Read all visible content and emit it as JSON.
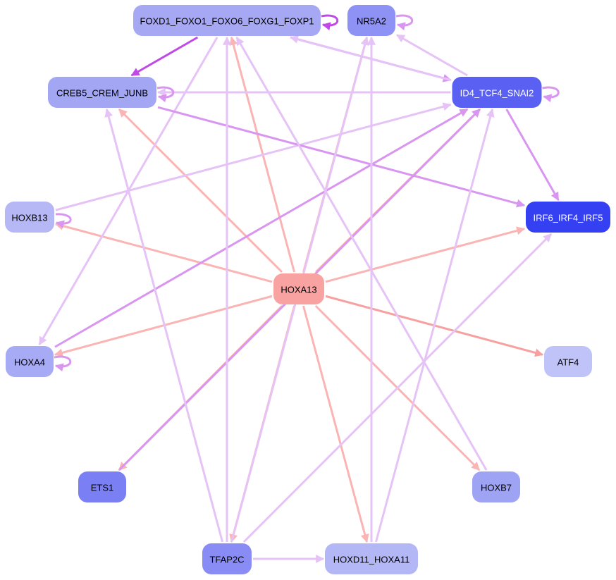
{
  "colors": {
    "hoxa13": "#f9a2a2",
    "edge_pink": "#fbb4b4",
    "edge_pink_strong": "#f7a0a0",
    "edge_lavender": "#e6c3f6",
    "edge_purple": "#d996f0",
    "edge_purple_strong": "#c04ae8",
    "edge_lavender_light": "#e9d1f7"
  },
  "nodes": [
    {
      "id": "foxd1",
      "label": "FOXD1_FOXO1_FOXO6_FOXG1_FOXP1",
      "fill": "#a6a8f3",
      "text": "#000000"
    },
    {
      "id": "nr5a2",
      "label": "NR5A2",
      "fill": "#8e92f4",
      "text": "#000000"
    },
    {
      "id": "creb5",
      "label": "CREB5_CREM_JUNB",
      "fill": "#a3a6f3",
      "text": "#000000"
    },
    {
      "id": "id4",
      "label": "ID4_TCF4_SNAI2",
      "fill": "#5a60f2",
      "text": "#ffffff"
    },
    {
      "id": "hoxb13",
      "label": "HOXB13",
      "fill": "#b5b8f5",
      "text": "#000000"
    },
    {
      "id": "irf6",
      "label": "IRF6_IRF4_IRF5",
      "fill": "#3540f2",
      "text": "#ffffff"
    },
    {
      "id": "hoxa13",
      "label": "HOXA13",
      "fill": "#f9a2a2",
      "text": "#000000"
    },
    {
      "id": "hoxa4",
      "label": "HOXA4",
      "fill": "#a7aaf4",
      "text": "#000000"
    },
    {
      "id": "atf4",
      "label": "ATF4",
      "fill": "#c0c3f8",
      "text": "#000000"
    },
    {
      "id": "ets1",
      "label": "ETS1",
      "fill": "#7a80f3",
      "text": "#000000"
    },
    {
      "id": "hoxb7",
      "label": "HOXB7",
      "fill": "#9fa3f4",
      "text": "#000000"
    },
    {
      "id": "tfap2c",
      "label": "TFAP2C",
      "fill": "#888cf4",
      "text": "#000000"
    },
    {
      "id": "hoxd11",
      "label": "HOXD11_HOXA11",
      "fill": "#b4b7f6",
      "text": "#000000"
    }
  ],
  "edges": [
    {
      "from": "hoxa13",
      "to": "creb5",
      "color": "edge_pink"
    },
    {
      "from": "hoxa13",
      "to": "foxd1",
      "color": "edge_pink"
    },
    {
      "from": "hoxa13",
      "to": "nr5a2",
      "color": "edge_pink"
    },
    {
      "from": "hoxa13",
      "to": "id4",
      "color": "edge_pink"
    },
    {
      "from": "hoxa13",
      "to": "hoxb13",
      "color": "edge_pink"
    },
    {
      "from": "hoxa13",
      "to": "irf6",
      "color": "edge_pink"
    },
    {
      "from": "hoxa13",
      "to": "hoxa4",
      "color": "edge_pink"
    },
    {
      "from": "hoxa13",
      "to": "atf4",
      "color": "edge_pink_strong"
    },
    {
      "from": "hoxa13",
      "to": "ets1",
      "color": "edge_pink"
    },
    {
      "from": "hoxa13",
      "to": "hoxb7",
      "color": "edge_pink"
    },
    {
      "from": "hoxa13",
      "to": "tfap2c",
      "color": "edge_pink"
    },
    {
      "from": "hoxa13",
      "to": "hoxd11",
      "color": "edge_pink"
    },
    {
      "from": "foxd1",
      "to": "creb5",
      "color": "edge_purple_strong"
    },
    {
      "from": "foxd1",
      "to": "hoxa4",
      "color": "edge_lavender"
    },
    {
      "from": "foxd1",
      "to": "id4",
      "color": "edge_purple"
    },
    {
      "from": "id4",
      "to": "foxd1",
      "color": "edge_lavender"
    },
    {
      "from": "id4",
      "to": "nr5a2",
      "color": "edge_lavender"
    },
    {
      "from": "id4",
      "to": "creb5",
      "color": "edge_lavender"
    },
    {
      "from": "id4",
      "to": "irf6",
      "color": "edge_purple"
    },
    {
      "from": "hoxb13",
      "to": "id4",
      "color": "edge_lavender"
    },
    {
      "from": "creb5",
      "to": "irf6",
      "color": "edge_purple"
    },
    {
      "from": "hoxa4",
      "to": "id4",
      "color": "edge_purple"
    },
    {
      "from": "ets1",
      "to": "id4",
      "color": "edge_purple"
    },
    {
      "from": "tfap2c",
      "to": "creb5",
      "color": "edge_lavender"
    },
    {
      "from": "tfap2c",
      "to": "foxd1",
      "color": "edge_lavender"
    },
    {
      "from": "tfap2c",
      "to": "nr5a2",
      "color": "edge_lavender"
    },
    {
      "from": "tfap2c",
      "to": "irf6",
      "color": "edge_lavender"
    },
    {
      "from": "tfap2c",
      "to": "hoxd11",
      "color": "edge_lavender"
    },
    {
      "from": "hoxd11",
      "to": "nr5a2",
      "color": "edge_lavender"
    },
    {
      "from": "hoxd11",
      "to": "id4",
      "color": "edge_lavender"
    },
    {
      "from": "hoxb7",
      "to": "foxd1",
      "color": "edge_lavender"
    }
  ],
  "self_loops": [
    {
      "node": "foxd1",
      "color": "edge_purple_strong"
    },
    {
      "node": "nr5a2",
      "color": "edge_purple"
    },
    {
      "node": "creb5",
      "color": "edge_purple"
    },
    {
      "node": "id4",
      "color": "edge_purple"
    },
    {
      "node": "hoxb13",
      "color": "edge_purple"
    },
    {
      "node": "hoxa4",
      "color": "edge_purple"
    }
  ]
}
